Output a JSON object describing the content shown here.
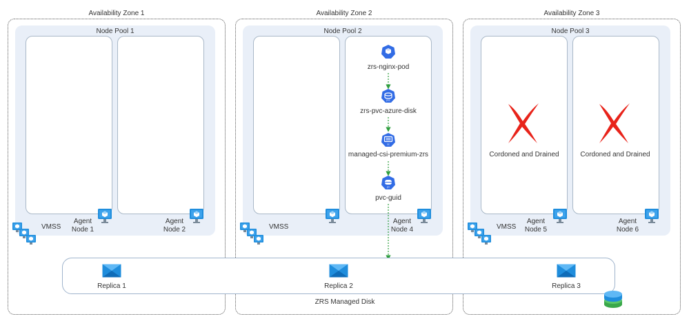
{
  "zones": [
    {
      "label": "Availability Zone 1"
    },
    {
      "label": "Availability Zone 2"
    },
    {
      "label": "Availability Zone 3"
    }
  ],
  "pools": [
    {
      "label": "Node Pool 1"
    },
    {
      "label": "Node Pool 2"
    },
    {
      "label": "Node Pool 3"
    }
  ],
  "nodes": [
    {
      "agent_line1": "Agent",
      "agent_line2": "Node 1"
    },
    {
      "agent_line1": "Agent",
      "agent_line2": "Node 2"
    },
    {
      "agent_line1": "Agent",
      "agent_line2": "Node 4"
    },
    {
      "agent_line1": "Agent",
      "agent_line2": "Node 5"
    },
    {
      "agent_line1": "Agent",
      "agent_line2": "Node 6"
    }
  ],
  "vmss_label": "VMSS",
  "k8s_chain": [
    "zrs-nginx-pod",
    "zrs-pvc-azure-disk",
    "managed-csi-premium-zrs",
    "pvc-guid"
  ],
  "cordoned_label": "Cordoned and Drained",
  "disk": {
    "label": "ZRS Managed Disk",
    "replicas": [
      "Replica 1",
      "Replica 2",
      "Replica 3"
    ]
  },
  "colors": {
    "zone_border": "#555555",
    "pool_fill": "#e9eff8",
    "k8s_blue": "#326ce5",
    "arrow_green": "#2e9e3e",
    "cross_red": "#e8231a",
    "azure_blue": "#1f8ddc"
  },
  "icons": [
    "vm-icon",
    "vmss-icon",
    "k8s-pod-icon",
    "k8s-pvc-icon",
    "k8s-storageclass-icon",
    "k8s-pv-icon",
    "managed-disk-icon",
    "disk-stack-icon",
    "red-x-icon"
  ]
}
